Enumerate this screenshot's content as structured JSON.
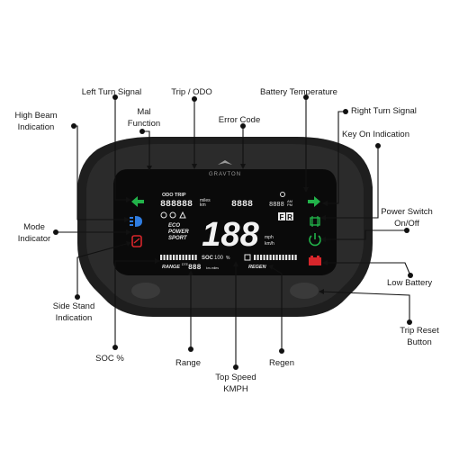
{
  "brand": "GRAVTON",
  "labels": {
    "left_turn_signal": "Left Turn Signal",
    "trip_odo": "Trip / ODO",
    "battery_temperature": "Battery Temperature",
    "high_beam_1": "High Beam",
    "high_beam_2": "Indication",
    "mal_function_1": "Mal",
    "mal_function_2": "Function",
    "error_code": "Error Code",
    "right_turn_signal": "Right Turn Signal",
    "key_on_indication": "Key On Indication",
    "mode_1": "Mode",
    "mode_2": "Indicator",
    "power_switch_1": "Power Switch",
    "power_switch_2": "On/Off",
    "low_battery": "Low Battery",
    "side_stand_1": "Side Stand",
    "side_stand_2": "Indication",
    "trip_reset_1": "Trip Reset",
    "trip_reset_2": "Button",
    "soc_pct": "SOC %",
    "range": "Range",
    "top_speed_1": "Top Speed",
    "top_speed_2": "KMPH",
    "regen": "Regen"
  },
  "display": {
    "odo_trip_label": "ODO TRIP",
    "odo_digits": "888888",
    "miles_unit": "miles",
    "km_unit": "km",
    "error_digits": "8888",
    "clock_digits": "8888",
    "am_label": "AM",
    "pm_label": "PM",
    "mode_eco": "ECO",
    "mode_power": "POWER",
    "mode_sport": "SPORT",
    "speed_digits": "188",
    "speed_unit_mph": "mph",
    "speed_unit_kmh": "km/h",
    "gear_f": "F",
    "gear_r": "R",
    "soc_label": "SOC",
    "soc_digits": "100",
    "soc_pct_sign": "%",
    "range_label": "RANGE",
    "dte_label": "DTE",
    "range_digits": "888",
    "range_unit": "km-miles",
    "regen_label": "REGEN"
  },
  "colors": {
    "turn_signal": "#22b34a",
    "high_beam": "#2f7de1",
    "warning_red": "#d7262b",
    "key_on": "#22b34a",
    "power": "#22b34a",
    "housing": "#2b2b2b",
    "screen": "#0a0a0a",
    "pointer": "#111111"
  },
  "icons": [
    "left-arrow-icon",
    "right-arrow-icon",
    "high-beam-icon",
    "side-stand-icon",
    "key-on-icon",
    "power-icon",
    "battery-icon"
  ]
}
